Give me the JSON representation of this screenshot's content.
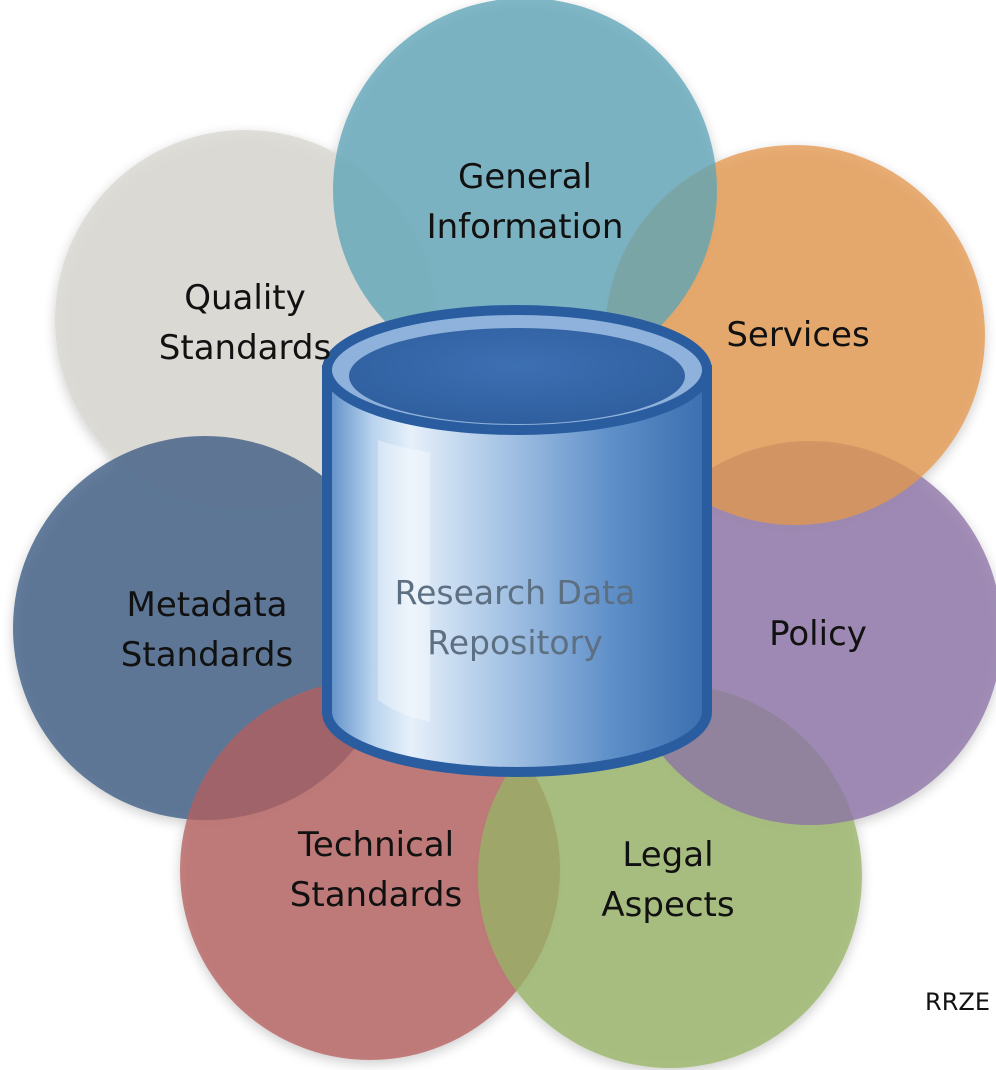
{
  "center": {
    "label_line1": "Research Data",
    "label_line2": "Repository"
  },
  "petals": [
    {
      "id": "general-information",
      "line1": "General",
      "line2": "Information",
      "color": "#5fa5b8"
    },
    {
      "id": "services",
      "line1": "Services",
      "line2": "",
      "color": "#e3994f"
    },
    {
      "id": "policy",
      "line1": "Policy",
      "line2": "",
      "color": "#8c72a6"
    },
    {
      "id": "legal-aspects",
      "line1": "Legal",
      "line2": "Aspects",
      "color": "#97b467"
    },
    {
      "id": "technical-standards",
      "line1": "Technical",
      "line2": "Standards",
      "color": "#b4605e"
    },
    {
      "id": "metadata-standards",
      "line1": "Metadata",
      "line2": "Standards",
      "color": "#3e5b83"
    },
    {
      "id": "quality-standards",
      "line1": "Quality",
      "line2": "Standards",
      "color": "#d8d6d0"
    }
  ],
  "credit": "RRZE",
  "colors": {
    "cylinder_rim": "#2a5da0",
    "cylinder_top": "#3466ab",
    "cylinder_body_light": "#e4eef8",
    "cylinder_body_dark": "#3e74b4"
  }
}
